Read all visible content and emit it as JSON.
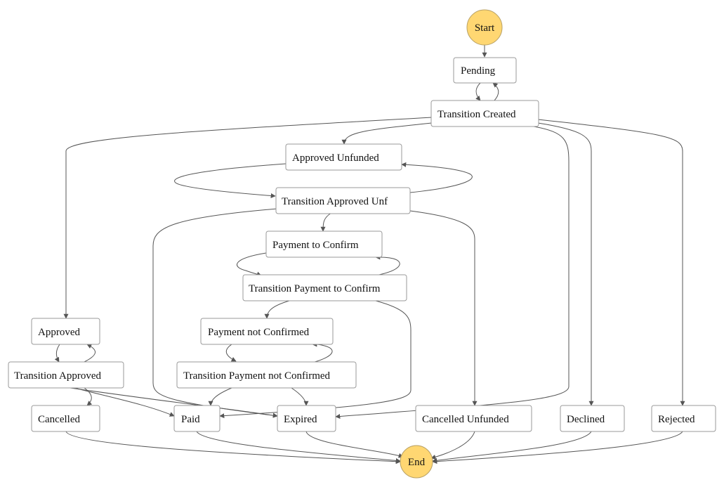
{
  "colors": {
    "terminal_fill": "#FFD772",
    "node_fill": "#FFFFFF",
    "node_stroke": "#999999",
    "edge": "#555555"
  },
  "terminals": {
    "start": "Start",
    "end": "End"
  },
  "states": {
    "pending": "Pending",
    "transition_created": "Transition Created",
    "approved_unfunded": "Approved Unfunded",
    "transition_approved_unf": "Transition Approved Unf",
    "payment_to_confirm": "Payment to Confirm",
    "transition_payment_to_confirm": "Transition Payment to Confirm",
    "payment_not_confirmed": "Payment not Confirmed",
    "transition_payment_not_confirmed": "Transition Payment not Confirmed",
    "approved": "Approved",
    "transition_approved": "Transition Approved",
    "cancelled": "Cancelled",
    "paid": "Paid",
    "expired": "Expired",
    "cancelled_unfunded": "Cancelled Unfunded",
    "declined": "Declined",
    "rejected": "Rejected"
  }
}
